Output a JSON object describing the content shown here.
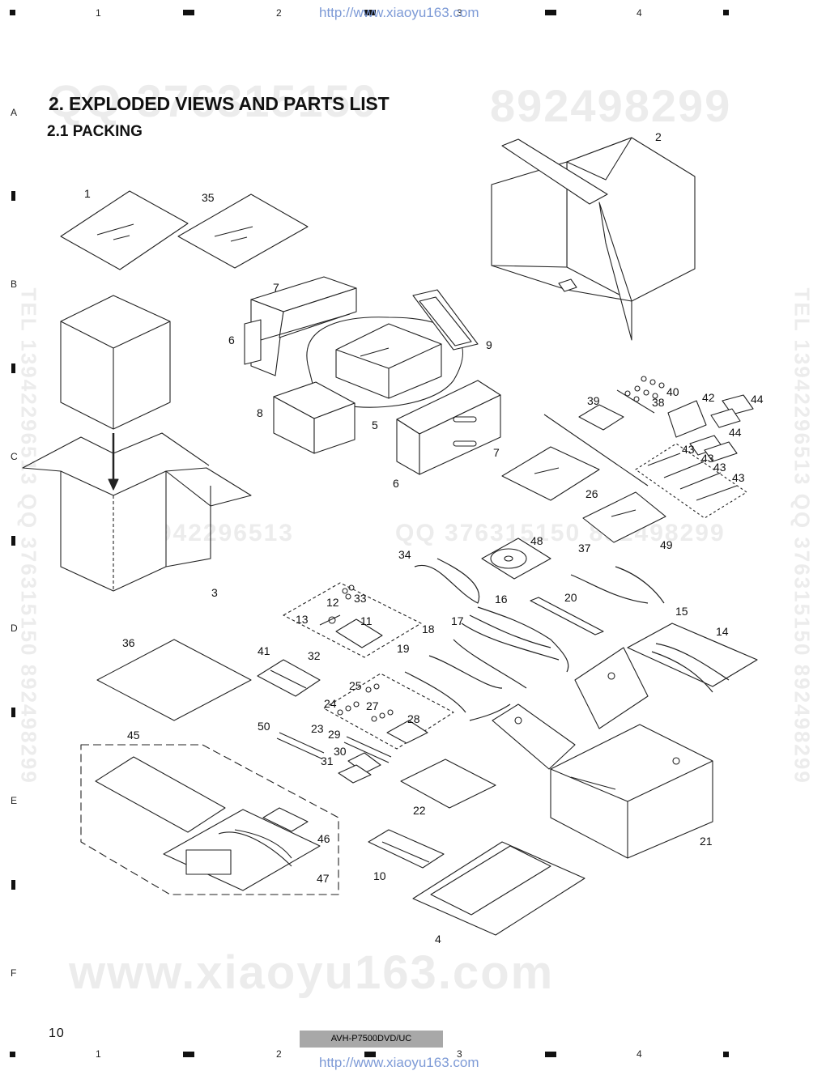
{
  "header": {
    "col_numbers": [
      "1",
      "2",
      "3",
      "4"
    ],
    "watermark_url": "http://www.xiaoyu163.com"
  },
  "row_labels": [
    "A",
    "B",
    "C",
    "D",
    "E",
    "F"
  ],
  "watermarks": {
    "top_left": "QQ 376315150",
    "top_right": "892498299",
    "mid": "TEL 13942296513",
    "mid_right": "QQ 376315150 892498299",
    "side_left": "TEL 13942296513 QQ 376315150 892498299",
    "side_right": "TEL 13942296513 QQ 376315150 892498299",
    "bottom": "www.xiaoyu163.com"
  },
  "section": {
    "title": "2. EXPLODED VIEWS AND PARTS LIST",
    "subtitle": "2.1 PACKING"
  },
  "callouts": {
    "c1": "1",
    "c2": "2",
    "c3": "3",
    "c4": "4",
    "c5": "5",
    "c6a": "6",
    "c6b": "6",
    "c7a": "7",
    "c7b": "7",
    "c8": "8",
    "c9": "9",
    "c10": "10",
    "c11": "11",
    "c12": "12",
    "c13": "13",
    "c14": "14",
    "c15": "15",
    "c16": "16",
    "c17": "17",
    "c18": "18",
    "c19": "19",
    "c20": "20",
    "c21": "21",
    "c22": "22",
    "c23": "23",
    "c24": "24",
    "c25": "25",
    "c26": "26",
    "c27": "27",
    "c28": "28",
    "c29": "29",
    "c30": "30",
    "c31": "31",
    "c32": "32",
    "c33": "33",
    "c34": "34",
    "c35": "35",
    "c36": "36",
    "c37": "37",
    "c38": "38",
    "c39": "39",
    "c40": "40",
    "c41": "41",
    "c42": "42",
    "c43a": "43",
    "c43b": "43",
    "c43c": "43",
    "c43d": "43",
    "c44a": "44",
    "c44b": "44",
    "c45": "45",
    "c46": "46",
    "c47": "47",
    "c48": "48",
    "c49": "49",
    "c50": "50"
  },
  "footer": {
    "page_number": "10",
    "model": "AVH-P7500DVD/UC"
  }
}
